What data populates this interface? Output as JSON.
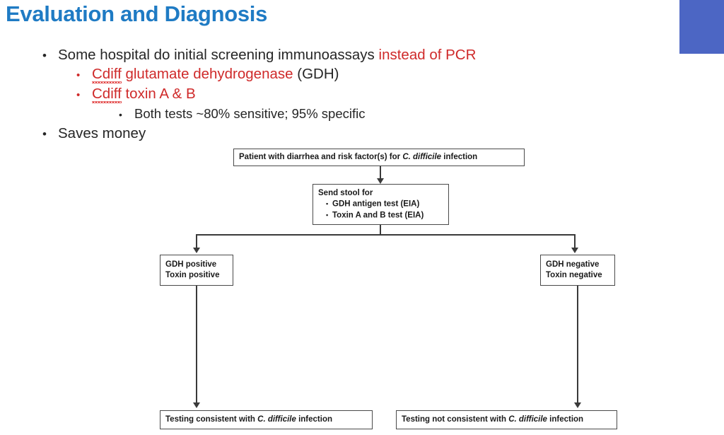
{
  "slide": {
    "title": "Evaluation and Diagnosis",
    "accent_blue": "#1F7BC4",
    "accent_red": "#CF2A2A",
    "corner_block_color": "#4C66C4"
  },
  "bullets": {
    "b1_mark": "•",
    "b1_text_dark": "Some hospital do initial screening immunoassays ",
    "b1_text_red": "instead of PCR",
    "b2_mark": "•",
    "b2_text_red_underlined": "Cdiff",
    "b2_text_red": " glutamate dehydrogenase",
    "b2_text_dark": " (GDH)",
    "b3_mark": "•",
    "b3_text_red_underlined": "Cdiff",
    "b3_text_red": " toxin A & B",
    "b4_mark": "•",
    "b4_text_dark": "Both tests ~80% sensitive; 95% specific",
    "b5_mark": "•",
    "b5_text_dark": "Saves money"
  },
  "flowchart": {
    "box_top": {
      "l1_a": "Patient with diarrhea and risk factor(s) for ",
      "l1_italic": "C. difficile",
      "l1_b": " infection"
    },
    "box_stool": {
      "heading": "Send stool for",
      "item_mark": "▪",
      "item1": "GDH antigen test (EIA)",
      "item2": "Toxin A and B test (EIA)"
    },
    "box_gdh_positive": {
      "line1": "GDH positive",
      "line2": "Toxin positive"
    },
    "box_gdh_negative": {
      "line1": "GDH negative",
      "line2": "Toxin negative"
    },
    "box_result_left": {
      "a": "Testing consistent with ",
      "italic": "C. difficile",
      "b": " infection"
    },
    "box_result_right": {
      "a": "Testing not consistent with ",
      "italic": "C. difficile",
      "b": " infection"
    }
  }
}
